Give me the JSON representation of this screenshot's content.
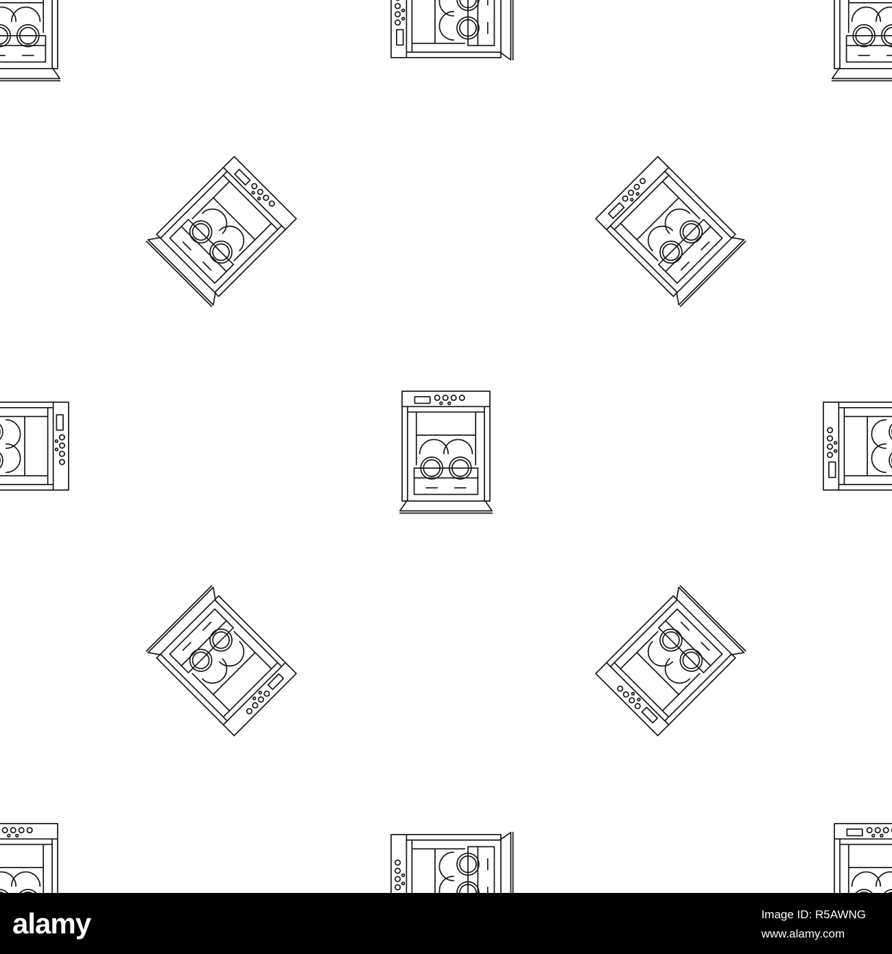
{
  "image": {
    "subject": "seamless-pattern",
    "motif_icon": "dishwasher-icon",
    "line_color": "#1a1a1a",
    "background_color": "#ffffff"
  },
  "watermark": {
    "brand": "alamy",
    "image_id_label": "Image ID:",
    "image_id": "R5AWNG",
    "url": "www.alamy.com",
    "bar_color": "#000000",
    "text_color": "#ffffff"
  }
}
